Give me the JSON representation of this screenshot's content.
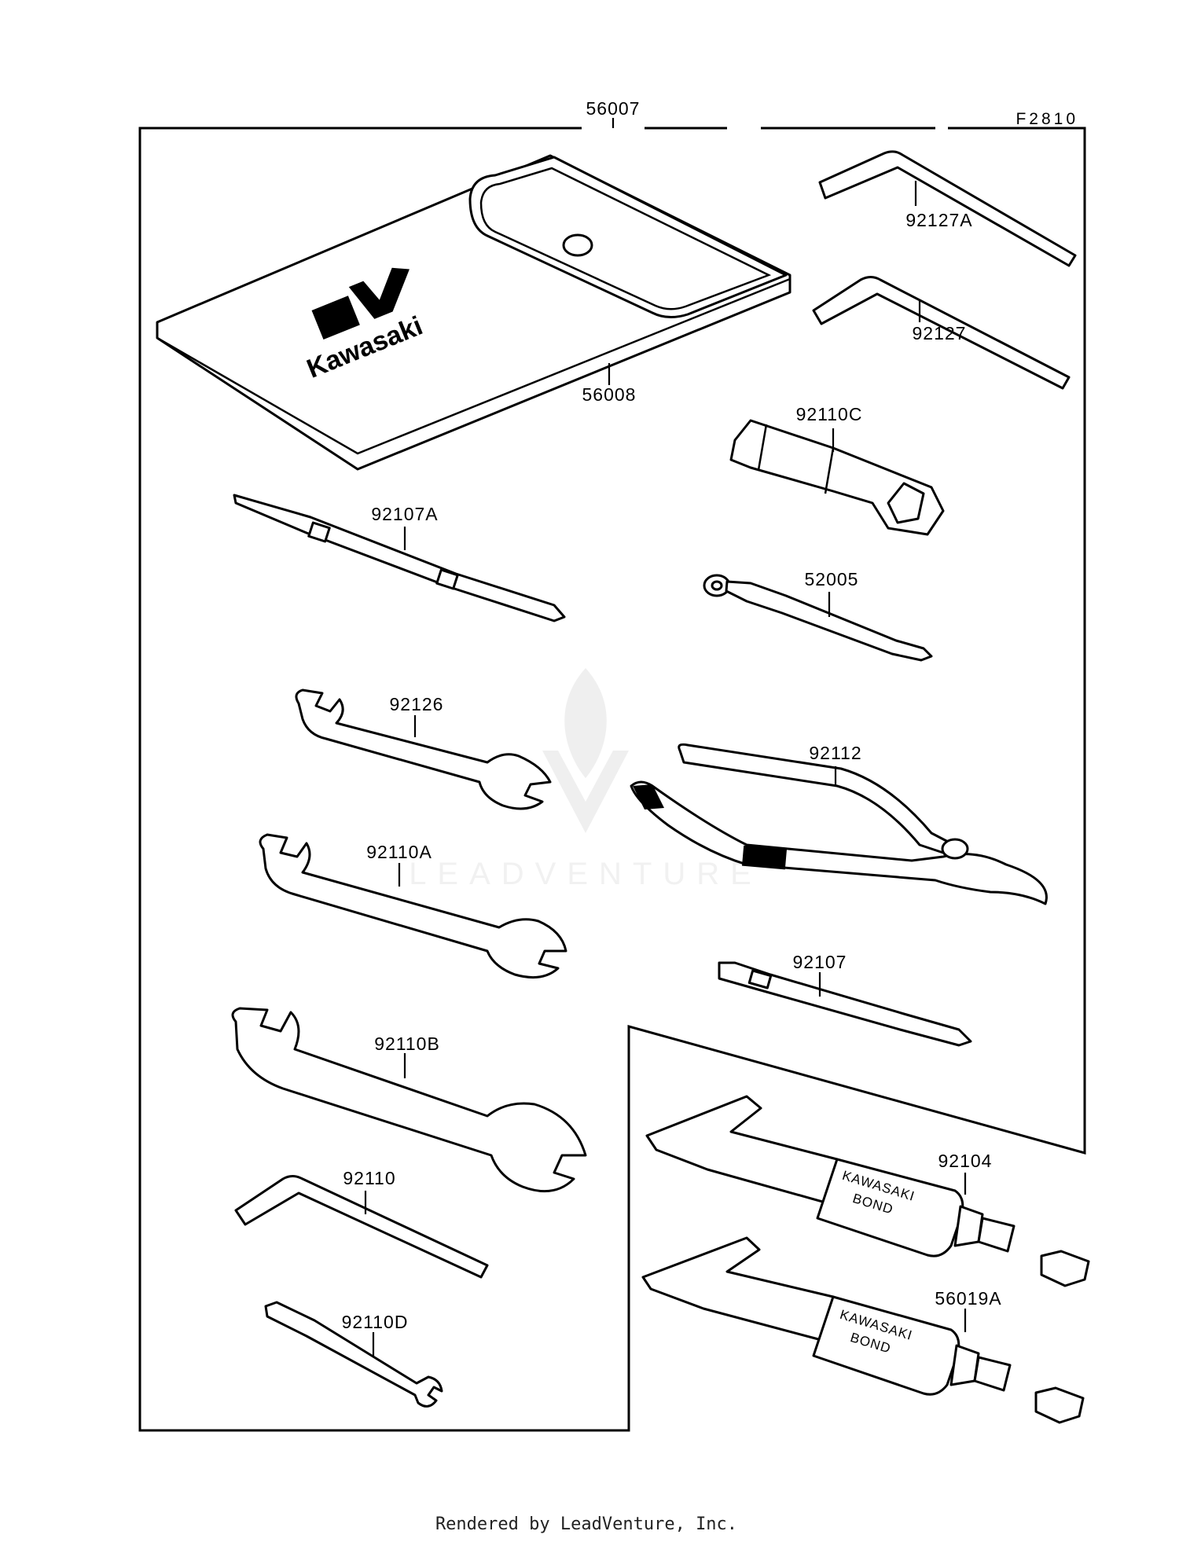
{
  "diagram": {
    "code": "F2810",
    "kit_part": "56007",
    "footer": "Rendered by LeadVenture, Inc.",
    "watermark": "LEADVENTURE",
    "parts": {
      "pouch": "56008",
      "hex_wrench_a": "92127A",
      "hex_wrench": "92127",
      "plug_wrench": "92110C",
      "screwdriver_a": "92107A",
      "handle": "52005",
      "wrench_92126": "92126",
      "pliers": "92112",
      "wrench_92110a": "92110A",
      "screwdriver": "92107",
      "wrench_92110b": "92110B",
      "hex_92110": "92110",
      "tool_92110d": "92110D",
      "bond_92104": "92104",
      "bond_56019a": "56019A"
    },
    "logo": {
      "brand": "Kawasaki"
    },
    "tube_labels": {
      "line1": "KAWASAKI",
      "line2": "BOND"
    }
  }
}
